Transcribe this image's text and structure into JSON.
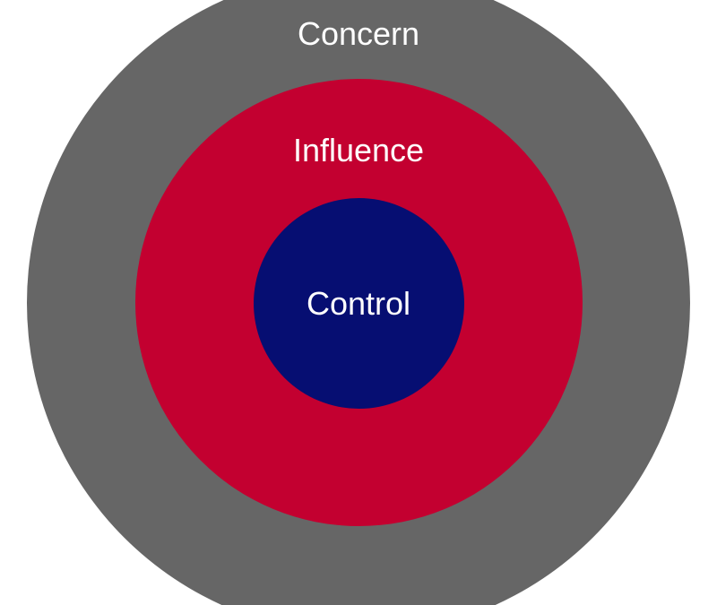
{
  "rings": {
    "concern": {
      "label": "Concern",
      "color": "#666666"
    },
    "influence": {
      "label": "Influence",
      "color": "#c30030"
    },
    "control": {
      "label": "Control",
      "color": "#060e72"
    }
  },
  "label_color": "#ffffff",
  "background": "#ffffff"
}
